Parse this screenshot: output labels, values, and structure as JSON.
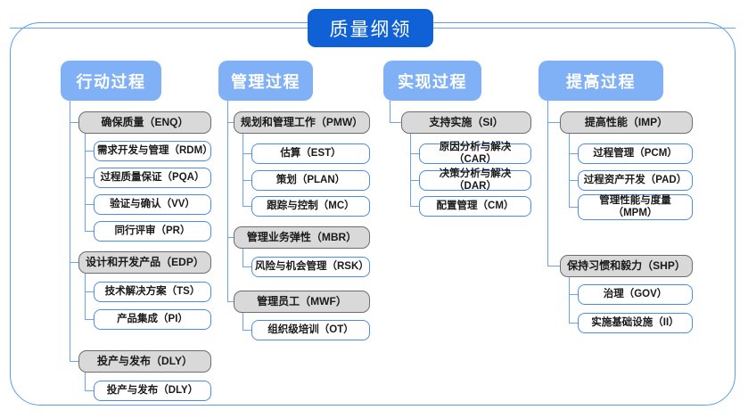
{
  "diagram": {
    "root": {
      "label": "质量纲领"
    },
    "columns": [
      {
        "header": "行动过程",
        "groups": [
          {
            "label": "确保质量（ENQ）",
            "children": [
              "需求开发与管理（RDM）",
              "过程质量保证（PQA）",
              "验证与确认（VV）",
              "同行评审（PR）"
            ]
          },
          {
            "label": "设计和开发产品（EDP）",
            "children": [
              "技术解决方案（TS）",
              "产品集成（PI）"
            ]
          },
          {
            "label": "投产与发布（DLY）",
            "children": [
              "投产与发布（DLY）"
            ]
          }
        ]
      },
      {
        "header": "管理过程",
        "groups": [
          {
            "label": "规划和管理工作（PMW）",
            "children": [
              "估算（EST）",
              "策划（PLAN）",
              "跟踪与控制（MC）"
            ]
          },
          {
            "label": "管理业务弹性（MBR）",
            "children": [
              "风险与机会管理（RSK）"
            ]
          },
          {
            "label": "管理员工（MWF）",
            "children": [
              "组织级培训（OT）"
            ]
          }
        ]
      },
      {
        "header": "实现过程",
        "groups": [
          {
            "label": "支持实施（SI）",
            "children": [
              "原因分析与解决（CAR）",
              "决策分析与解决（DAR）",
              "配置管理（CM）"
            ]
          }
        ]
      },
      {
        "header": "提高过程",
        "groups": [
          {
            "label": "提高性能（IMP）",
            "children": [
              "过程管理（PCM）",
              "过程资产开发（PAD）",
              "管理性能与度量\n（MPM）"
            ]
          },
          {
            "label": "保持习惯和毅力（SHP）",
            "children": [
              "治理（GOV）",
              "实施基础设施（II）"
            ]
          }
        ]
      }
    ],
    "colors": {
      "root_fill": "#1161d6",
      "header_fill": "#80b0f5",
      "level1_fill": "#d9d9d9",
      "level1_border": "#6d6d6d",
      "level2_border": "#4a8ce8",
      "connector": "#6aa4ef",
      "frame_border": "#5b9bf0"
    }
  }
}
